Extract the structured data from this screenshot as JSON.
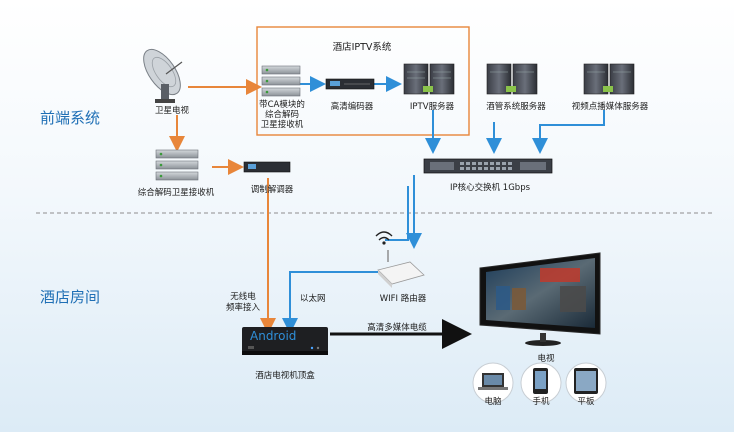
{
  "zones": {
    "front": "前端系统",
    "room": "酒店房间"
  },
  "iptv_system": {
    "title": "酒店IPTV系统"
  },
  "nodes": {
    "satellite": "卫星电视",
    "ca_receiver": "带CA模块的\n综合解码\n卫星接收机",
    "hd_encoder": "高清编码器",
    "iptv_server": "IPTV服务器",
    "hotel_mgmt_server": "酒管系统服务器",
    "vod_server": "视频点播媒体服务器",
    "decoder_receiver": "综合解码卫星接收机",
    "modulator": "调制解调器",
    "core_switch": "IP核心交换机 1Gbps",
    "wifi_router": "WIFI 路由器",
    "settop": "酒店电视机顶盒",
    "tv": "电视",
    "pc": "电脑",
    "phone": "手机",
    "tablet": "平板"
  },
  "links": {
    "wireless_rf": "无线电\n频率接入",
    "ethernet": "以太网",
    "hdmi": "高清多媒体电缆"
  },
  "settop_brand": "Android",
  "colors": {
    "orange": "#e8863a",
    "blue": "#2f8fd8",
    "zone_text": "#1f6fb5"
  }
}
